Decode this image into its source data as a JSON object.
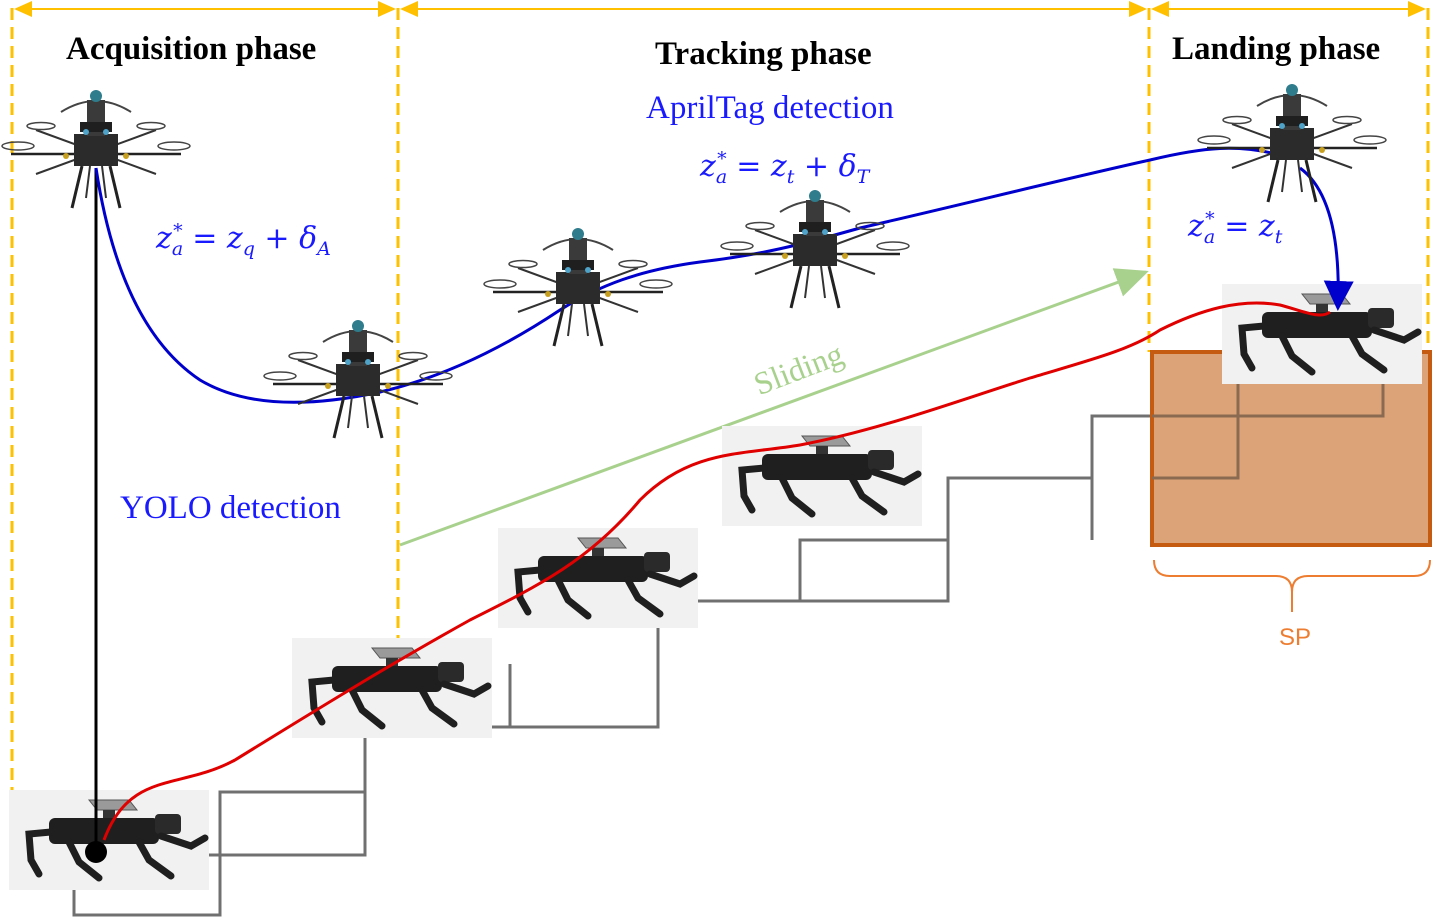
{
  "phases": {
    "acquisition": "Acquisition phase",
    "tracking": "Tracking phase",
    "landing": "Landing phase"
  },
  "labels": {
    "yolo": "YOLO detection",
    "apriltag": "AprilTag detection",
    "sliding": "Sliding",
    "sp": "SP"
  },
  "equations": {
    "acquisition": {
      "lhs": "z",
      "lhs_sub": "a",
      "lhs_sup": "*",
      "rhs": "z",
      "rhs_sub": "q",
      "op": "+",
      "term": "δ",
      "term_sub": "A"
    },
    "tracking": {
      "lhs": "z",
      "lhs_sub": "a",
      "lhs_sup": "*",
      "rhs": "z",
      "rhs_sub": "t",
      "op": "+",
      "term": "δ",
      "term_sub": "T"
    },
    "landing": {
      "lhs": "z",
      "lhs_sub": "a",
      "lhs_sup": "*",
      "rhs": "z",
      "rhs_sub": "t"
    }
  },
  "colors": {
    "phase_divider": "#ffc000",
    "drone_path": "#0000cc",
    "robot_path": "#e00000",
    "sliding_arrow": "#a9d18e",
    "stairs": "#707070",
    "sp_fill": "#d99a6c",
    "sp_border": "#c55a11",
    "sp_text": "#ed7d31"
  },
  "icons": {
    "drone": "quadrotor-drone-icon",
    "robot": "quadruped-robot-icon"
  }
}
